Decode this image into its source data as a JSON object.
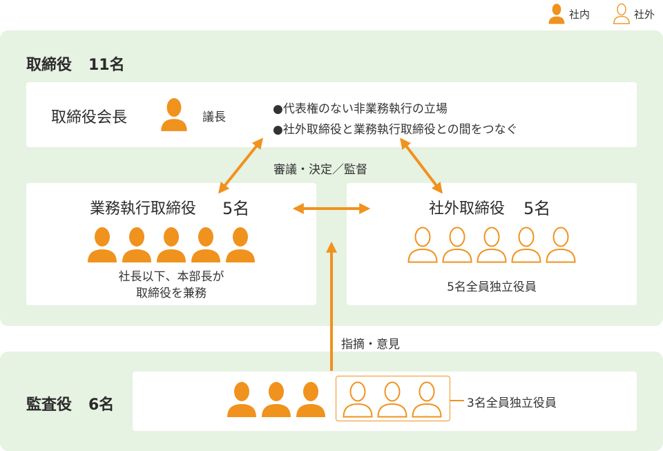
{
  "legend": {
    "inside_label": "社内",
    "outside_label": "社外"
  },
  "board": {
    "title": "取締役",
    "count": "11名",
    "chairman": {
      "title": "取締役会長",
      "role": "議長",
      "bullets": [
        "●代表権のない非業務執行の立場",
        "●社外取締役と業務執行取締役との間をつなぐ"
      ]
    },
    "deliberation_label": "審議・決定／監督",
    "executive": {
      "title": "業務執行取締役",
      "count": "5名",
      "note_line1": "社長以下、本部長が",
      "note_line2": "取締役を兼務",
      "inside_members": 5
    },
    "outside": {
      "title": "社外取締役",
      "count": "5名",
      "note": "5名全員独立役員",
      "outside_members": 5
    }
  },
  "auditors": {
    "title": "監査役",
    "count": "6名",
    "inside_members": 3,
    "outside_members": 3,
    "note": "3名全員独立役員"
  },
  "feedback_label": "指摘・意見",
  "colors": {
    "accent": "#f0921e",
    "panel": "#e6f2e2",
    "card": "#ffffff"
  }
}
